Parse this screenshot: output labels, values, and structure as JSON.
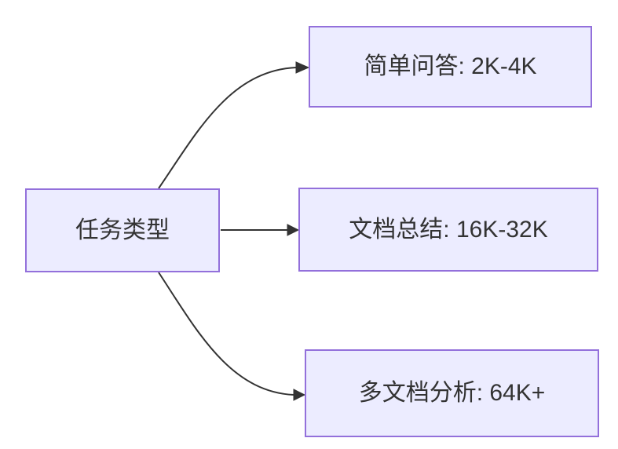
{
  "diagram": {
    "type": "flowchart-left-to-right",
    "colors": {
      "background": "#ffffff",
      "node_fill": "#ECECFF",
      "node_border": "#9370DB",
      "edge_color": "#333333",
      "text_color": "#333333"
    },
    "nodes": [
      {
        "id": "task-type",
        "label": "任务类型"
      },
      {
        "id": "simple-qa",
        "label": "简单问答: 2K-4K"
      },
      {
        "id": "doc-summary",
        "label": "文档总结: 16K-32K"
      },
      {
        "id": "multi-doc",
        "label": "多文档分析: 64K+"
      }
    ],
    "edges": [
      {
        "from": "task-type",
        "to": "simple-qa"
      },
      {
        "from": "task-type",
        "to": "doc-summary"
      },
      {
        "from": "task-type",
        "to": "multi-doc"
      }
    ]
  }
}
